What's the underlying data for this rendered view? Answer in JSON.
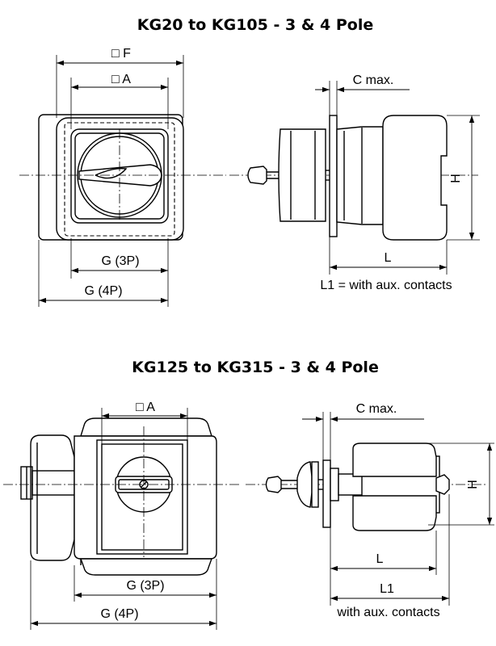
{
  "top_section": {
    "title": "KG20 to KG105 - 3 & 4 Pole",
    "front_view": {
      "dim_f": "□ F",
      "dim_a": "□ A",
      "dim_g3": "G (3P)",
      "dim_g4": "G (4P)"
    },
    "side_view": {
      "dim_c": "C max.",
      "dim_h": "H",
      "dim_l": "L",
      "dim_l1_note": "L1 = with aux. contacts"
    }
  },
  "bottom_section": {
    "title": "KG125 to KG315 - 3 & 4 Pole",
    "front_view": {
      "dim_a": "□ A",
      "dim_g3": "G (3P)",
      "dim_g4": "G (4P)"
    },
    "side_view": {
      "dim_c": "C max.",
      "dim_h": "H",
      "dim_l": "L",
      "dim_l1": "L1",
      "dim_l1_note": "with aux. contacts"
    }
  }
}
